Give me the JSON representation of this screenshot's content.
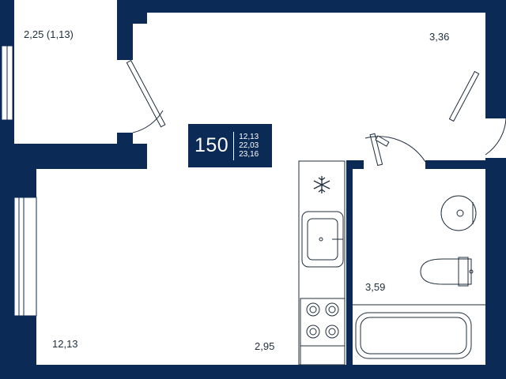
{
  "apartment": {
    "number": "150",
    "areas": [
      "12,13",
      "22,03",
      "23,16"
    ]
  },
  "rooms": {
    "balcony": "2,25 (1,13)",
    "hall": "3,36",
    "living": "12,13",
    "kitchen": "2,95",
    "bathroom": "3,59"
  },
  "colors": {
    "wall": "#0b2a55",
    "fixture_line": "#1f2d3d",
    "background": "#ffffff"
  }
}
